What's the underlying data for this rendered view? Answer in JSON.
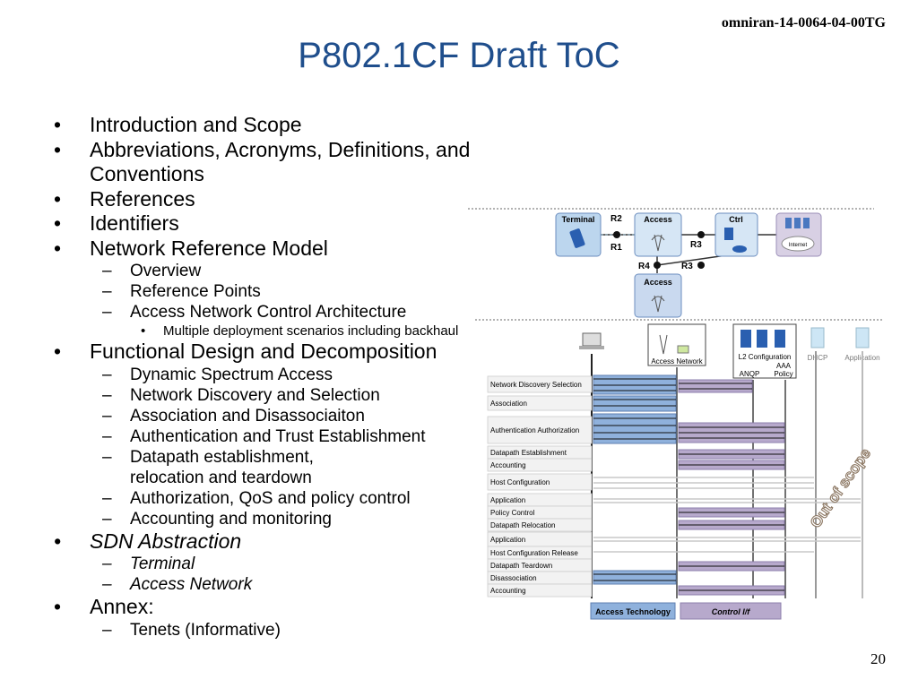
{
  "header": {
    "doc_id": "omniran-14-0064-04-00TG",
    "title": "P802.1CF Draft ToC",
    "page_number": "20"
  },
  "toc": {
    "intro": "Introduction and Scope",
    "abbrev": "Abbreviations, Acronyms, Definitions, and Conventions",
    "refs": "References",
    "ids": "Identifiers",
    "nrm": "Network Reference Model",
    "nrm_overview": "Overview",
    "nrm_refpoints": "Reference Points",
    "nrm_ancarch": "Access Network Control Architecture",
    "nrm_backhaul": "Multiple deployment scenarios including backhaul",
    "fdd": "Functional Design and Decomposition",
    "fdd_dsa": "Dynamic Spectrum Access",
    "fdd_nds": "Network Discovery and Selection",
    "fdd_assoc": "Association and Disassociaiton",
    "fdd_auth": "Authentication and Trust Establishment",
    "fdd_dp1": "Datapath establishment,",
    "fdd_dp2": "relocation and teardown",
    "fdd_qos": "Authorization, QoS and policy control",
    "fdd_acct": "Accounting and monitoring",
    "sdn": "SDN Abstraction",
    "sdn_term": "Terminal",
    "sdn_an": "Access Network",
    "annex": "Annex:",
    "annex_tenets": "Tenets (Informative)"
  },
  "diagram": {
    "nodes": {
      "terminal": "Terminal",
      "access": "Access",
      "ctrl": "Ctrl",
      "internet": "Internet",
      "access2": "Access"
    },
    "refpoints": {
      "r1": "R1",
      "r2": "R2",
      "r3a": "R3",
      "r3b": "R3",
      "r4": "R4"
    },
    "columns": {
      "access_network": "Access Network",
      "l2cfg": "L2 Configuration",
      "aaa": "AAA",
      "anqp": "ANQP",
      "policy": "Policy",
      "dhcp": "DHCP",
      "application": "Application"
    },
    "steps": [
      "Network Discovery Selection",
      "Association",
      "Authentication Authorization",
      "Datapath Establishment",
      "Accounting",
      "Host Configuration",
      "Application",
      "Policy Control",
      "Datapath Relocation",
      "Application",
      "Host Configuration Release",
      "Datapath Teardown",
      "Disassociation",
      "Accounting"
    ],
    "legend": {
      "access_tech": "Access Technology",
      "control_if": "Control I/f"
    },
    "out_of_scope": "Out of scope"
  }
}
